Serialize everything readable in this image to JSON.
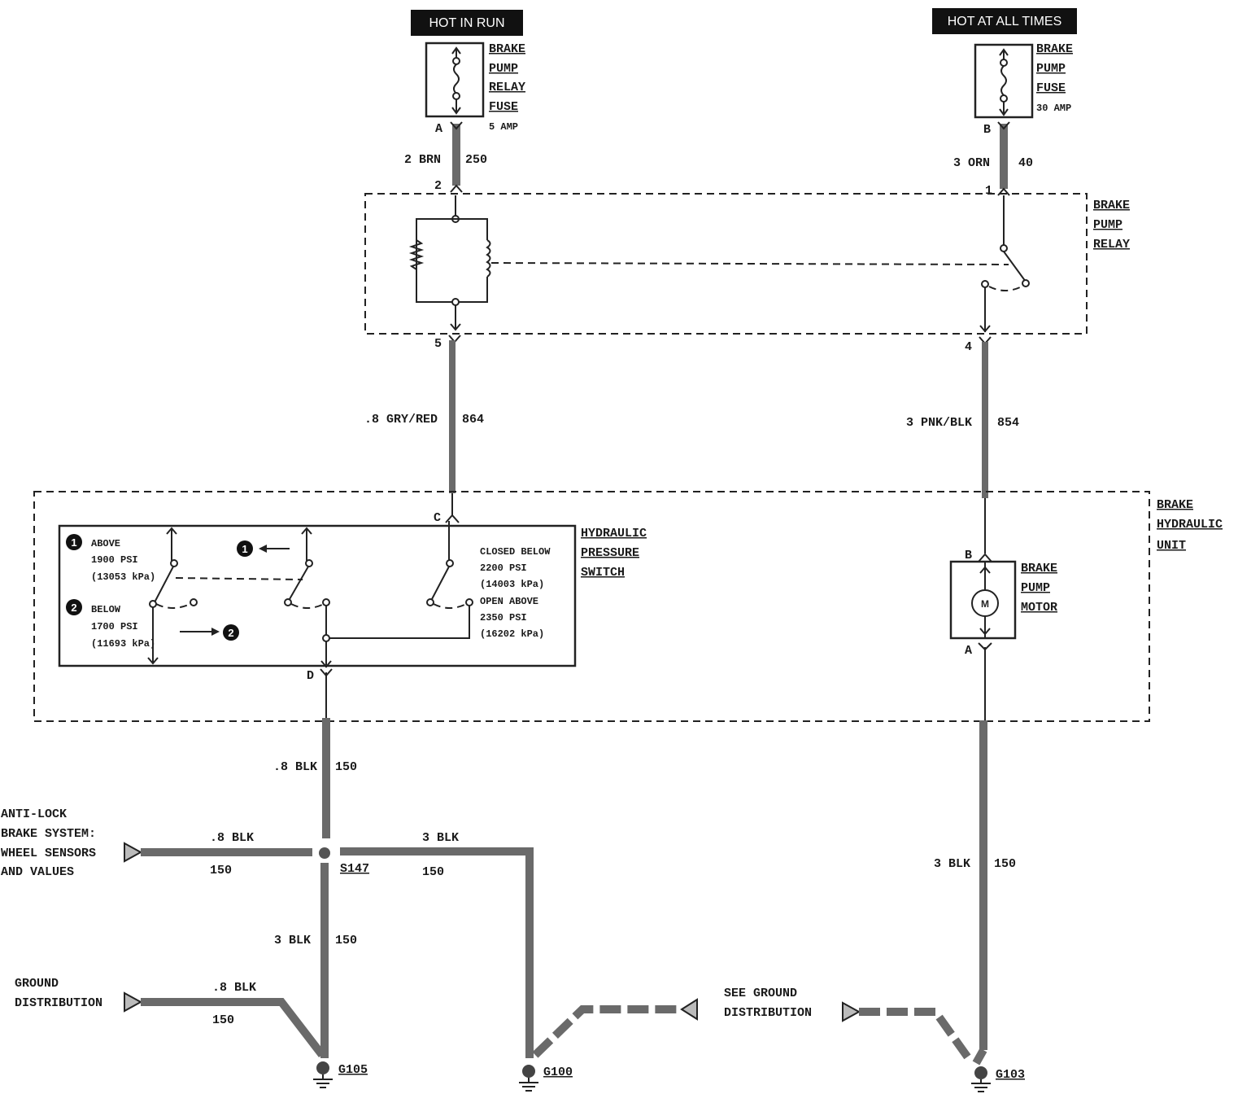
{
  "banners": {
    "hot_in_run": "HOT IN RUN",
    "hot_at_all_times": "HOT AT ALL TIMES"
  },
  "fuses": {
    "relay_fuse": {
      "lines": [
        "BRAKE",
        "PUMP",
        "RELAY",
        "FUSE"
      ],
      "rating": "5 AMP",
      "terminal": "A"
    },
    "pump_fuse": {
      "lines": [
        "BRAKE",
        "PUMP",
        "FUSE"
      ],
      "rating": "30 AMP",
      "terminal": "B"
    }
  },
  "relay": {
    "lines": [
      "BRAKE",
      "PUMP",
      "RELAY"
    ],
    "pins": {
      "p1": "1",
      "p2": "2",
      "p4": "4",
      "p5": "5"
    }
  },
  "wires": {
    "w250": {
      "gauge": "2 BRN",
      "circuit": "250"
    },
    "w40": {
      "gauge": "3 ORN",
      "circuit": "40"
    },
    "w864": {
      "gauge": ".8 GRY/RED",
      "circuit": "864"
    },
    "w854": {
      "gauge": "3 PNK/BLK",
      "circuit": "854"
    },
    "w150a": {
      "gauge": ".8 BLK",
      "circuit": "150"
    },
    "w150abs": {
      "gauge": ".8 BLK",
      "circuit": "150"
    },
    "w150g100": {
      "gauge": "3 BLK",
      "circuit": "150"
    },
    "w150g105": {
      "gauge": "3 BLK",
      "circuit": "150"
    },
    "w150gd": {
      "gauge": ".8 BLK",
      "circuit": "150"
    },
    "w150motor": {
      "gauge": "3 BLK",
      "circuit": "150"
    }
  },
  "hydraulic_unit": {
    "lines": [
      "BRAKE",
      "HYDRAULIC",
      "UNIT"
    ],
    "pins": {
      "c": "C",
      "d": "D",
      "a": "A",
      "b": "B"
    }
  },
  "pressure_switch": {
    "title": [
      "HYDRAULIC",
      "PRESSURE",
      "SWITCH"
    ],
    "legend1": [
      "ABOVE",
      "1900 PSI",
      "(13053 kPa)"
    ],
    "legend2": [
      "BELOW",
      "1700 PSI",
      "(11693 kPa)"
    ],
    "num1": "1",
    "num2": "2",
    "closed_below": [
      "CLOSED BELOW",
      "2200 PSI",
      "(14003 kPa)"
    ],
    "open_above": [
      "OPEN ABOVE",
      "2350 PSI",
      "(16202 kPa)"
    ]
  },
  "motor": {
    "lines": [
      "BRAKE",
      "PUMP",
      "MOTOR"
    ],
    "symbol": "M"
  },
  "splice": "S147",
  "abs": {
    "lines": [
      "ANTI-LOCK",
      "BRAKE SYSTEM:",
      "WHEEL SENSORS",
      "AND VALUES"
    ]
  },
  "ground_dist": {
    "lines": [
      "GROUND",
      "DISTRIBUTION"
    ]
  },
  "see_ground": {
    "lines": [
      "SEE GROUND",
      "DISTRIBUTION"
    ]
  },
  "grounds": {
    "g105": "G105",
    "g100": "G100",
    "g103": "G103"
  }
}
